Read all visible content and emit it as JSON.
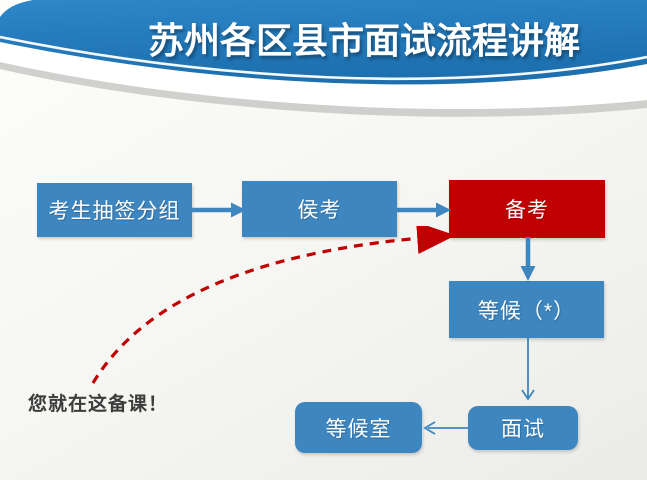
{
  "title": "苏州各区县市面试流程讲解",
  "annotation": {
    "text": "您就在这备课！"
  },
  "flowchart": {
    "nodes": [
      {
        "label": "考生抽签分组",
        "shape": "rectangle",
        "color": "#3e86c0"
      },
      {
        "label": "侯考",
        "shape": "rectangle",
        "color": "#3e86c0"
      },
      {
        "label": "备考",
        "shape": "rectangle",
        "color": "#c00000"
      },
      {
        "label": "等候（*）",
        "shape": "rectangle",
        "color": "#3e86c0"
      },
      {
        "label": "面试",
        "shape": "rounded-rectangle",
        "color": "#3e86c0"
      },
      {
        "label": "等候室",
        "shape": "rounded-rectangle",
        "color": "#3e86c0"
      }
    ],
    "edges": [
      {
        "from": "考生抽签分组",
        "to": "侯考",
        "style": "thick-solid-arrow",
        "color": "#3e86c0"
      },
      {
        "from": "侯考",
        "to": "备考",
        "style": "thick-solid-arrow",
        "color": "#3e86c0"
      },
      {
        "from": "备考",
        "to": "等候（*）",
        "style": "thick-solid-arrow",
        "color": "#3e86c0"
      },
      {
        "from": "等候（*）",
        "to": "面试",
        "style": "thin-solid-arrow",
        "color": "#3e86c0"
      },
      {
        "from": "面试",
        "to": "等候室",
        "style": "thin-solid-arrow",
        "color": "#3e86c0"
      },
      {
        "from": "您就在这备课！",
        "to": "备考",
        "style": "dashed-curved-arrow",
        "color": "#c00000"
      }
    ]
  },
  "colors": {
    "header_blue_top": "#2e87c8",
    "header_blue_bottom": "#1d6fae",
    "box_blue": "#3e86c0",
    "box_red": "#c00000",
    "dashed_arrow_red": "#c00000",
    "note_text": "#3c3c3c",
    "background": "#f4f4f1"
  }
}
